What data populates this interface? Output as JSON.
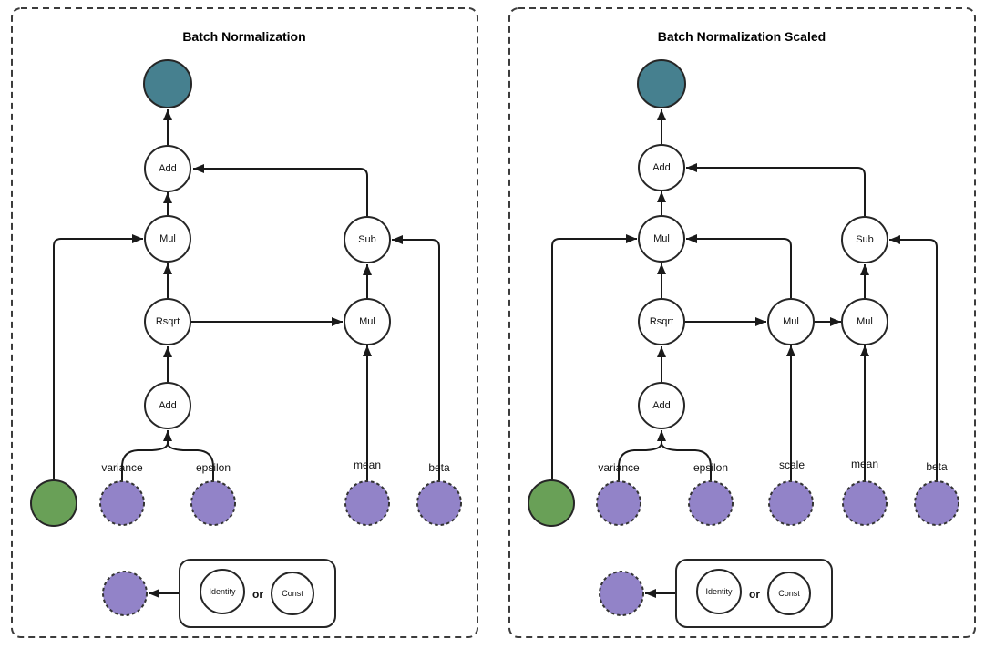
{
  "left": {
    "title": "Batch Normalization",
    "ops": {
      "add_out": "Add",
      "mul_norm": "Mul",
      "sub": "Sub",
      "rsqrt": "Rsqrt",
      "add_eps": "Add",
      "mul_mean": "Mul"
    },
    "inputs": {
      "variance": "variance",
      "epsilon": "epsilon",
      "mean": "mean",
      "beta": "beta"
    },
    "legend": {
      "identity": "Identity",
      "or": "or",
      "const": "Const"
    }
  },
  "right": {
    "title": "Batch Normalization Scaled",
    "ops": {
      "add_out": "Add",
      "mul_norm": "Mul",
      "sub": "Sub",
      "rsqrt": "Rsqrt",
      "add_eps": "Add",
      "mul_scale": "Mul",
      "mul_mean": "Mul"
    },
    "inputs": {
      "variance": "variance",
      "epsilon": "epsilon",
      "scale": "scale",
      "mean": "mean",
      "beta": "beta"
    },
    "legend": {
      "identity": "Identity",
      "or": "or",
      "const": "Const"
    }
  },
  "colors": {
    "output_tensor": "#46808F",
    "input_tensor": "#69A057",
    "parameter": "#9283C8",
    "edge": "#1a1a1a"
  }
}
